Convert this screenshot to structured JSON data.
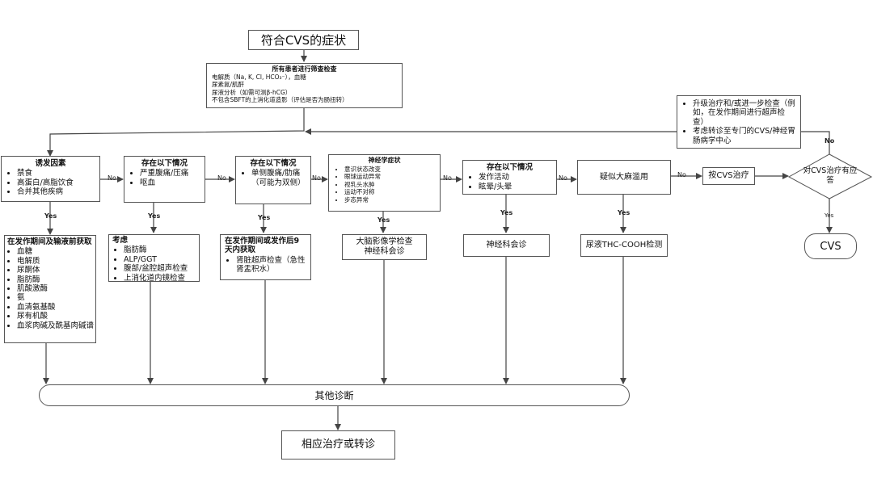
{
  "start_box": {
    "label": "符合CVS的症状"
  },
  "screening": {
    "title": "所有患者进行筛查检查",
    "lines": [
      "电解质（Na, K, Cl, HCO₃⁻），血糖",
      "尿素氮/肌酐",
      "尿液分析（如需可测β-hCG）",
      "不包含SBFT的上消化道造影（评估是否为肠扭转）"
    ]
  },
  "escalation": {
    "items": [
      "升级治疗和/或进一步检查（例如，在发作期间进行超声检查）",
      "考虑转诊至专门的CVS/神经胃肠病学中心"
    ]
  },
  "triggers": {
    "title": "诱发因素",
    "items": [
      "禁食",
      "高蛋白/高脂饮食",
      "合并其他疾病"
    ]
  },
  "abdominal": {
    "title": "存在以下情况",
    "items": [
      "严重腹痛/压痛",
      "呕血"
    ]
  },
  "flank": {
    "title": "存在以下情况",
    "items": [
      "单侧腹痛/肋痛（可能为双侧）"
    ]
  },
  "neuro": {
    "title": "神经学症状",
    "items": [
      "意识状态改变",
      "眼球运动异常",
      "视乳头水肿",
      "运动不对称",
      "步态异常"
    ]
  },
  "seizure": {
    "title": "存在以下情况",
    "items": [
      "发作活动",
      "眩晕/头晕"
    ]
  },
  "cannabis": {
    "label": "疑似大麻滥用"
  },
  "treat_cvs": {
    "label": "按CVS治疗"
  },
  "decision": {
    "label": "对CVS治疗有应答"
  },
  "cvs_end": {
    "label": "CVS"
  },
  "metabolic_labs": {
    "title": "在发作期间及输液前获取",
    "items": [
      "血糖",
      "电解质",
      "尿酮体",
      "脂肪酶",
      "肌酸激酶",
      "氨",
      "血清氨基酸",
      "尿有机酸",
      "血浆肉碱及酰基肉碱谱"
    ]
  },
  "consider": {
    "title": "考虑",
    "items": [
      "脂肪酶",
      "ALP/GGT",
      "腹部/盆腔超声检查",
      "上消化道内镜检查"
    ]
  },
  "renal": {
    "title": "在发作期间或发作后9天内获取",
    "items": [
      "肾脏超声检查（急性肾盂积水）"
    ]
  },
  "imaging": {
    "lines": [
      "大脑影像学检查",
      "神经科会诊"
    ]
  },
  "neuro_consult": {
    "label": "神经科会诊"
  },
  "thc_test": {
    "label": "尿液THC-COOH检测"
  },
  "other_dx": {
    "label": "其他诊断"
  },
  "final": {
    "label": "相应治疗或转诊"
  },
  "edge_labels": {
    "yes": "Yes",
    "no": "No"
  }
}
